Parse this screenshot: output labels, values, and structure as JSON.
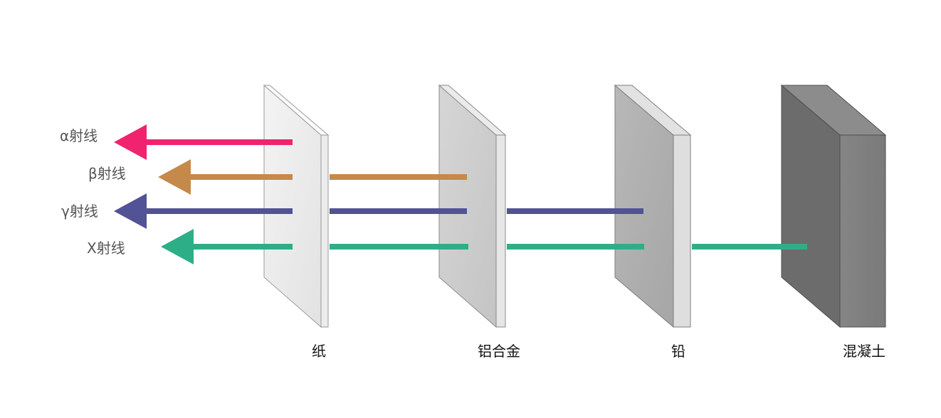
{
  "rays": [
    {
      "label": "α射线",
      "color": "#F0236F"
    },
    {
      "label": "β射线",
      "color": "#C5894A"
    },
    {
      "label": "γ射线",
      "color": "#525297"
    },
    {
      "label": "X射线",
      "color": "#2DAE87"
    }
  ],
  "barriers": [
    {
      "label": "纸"
    },
    {
      "label": "铝合金"
    },
    {
      "label": "铅"
    },
    {
      "label": "混凝土"
    }
  ]
}
